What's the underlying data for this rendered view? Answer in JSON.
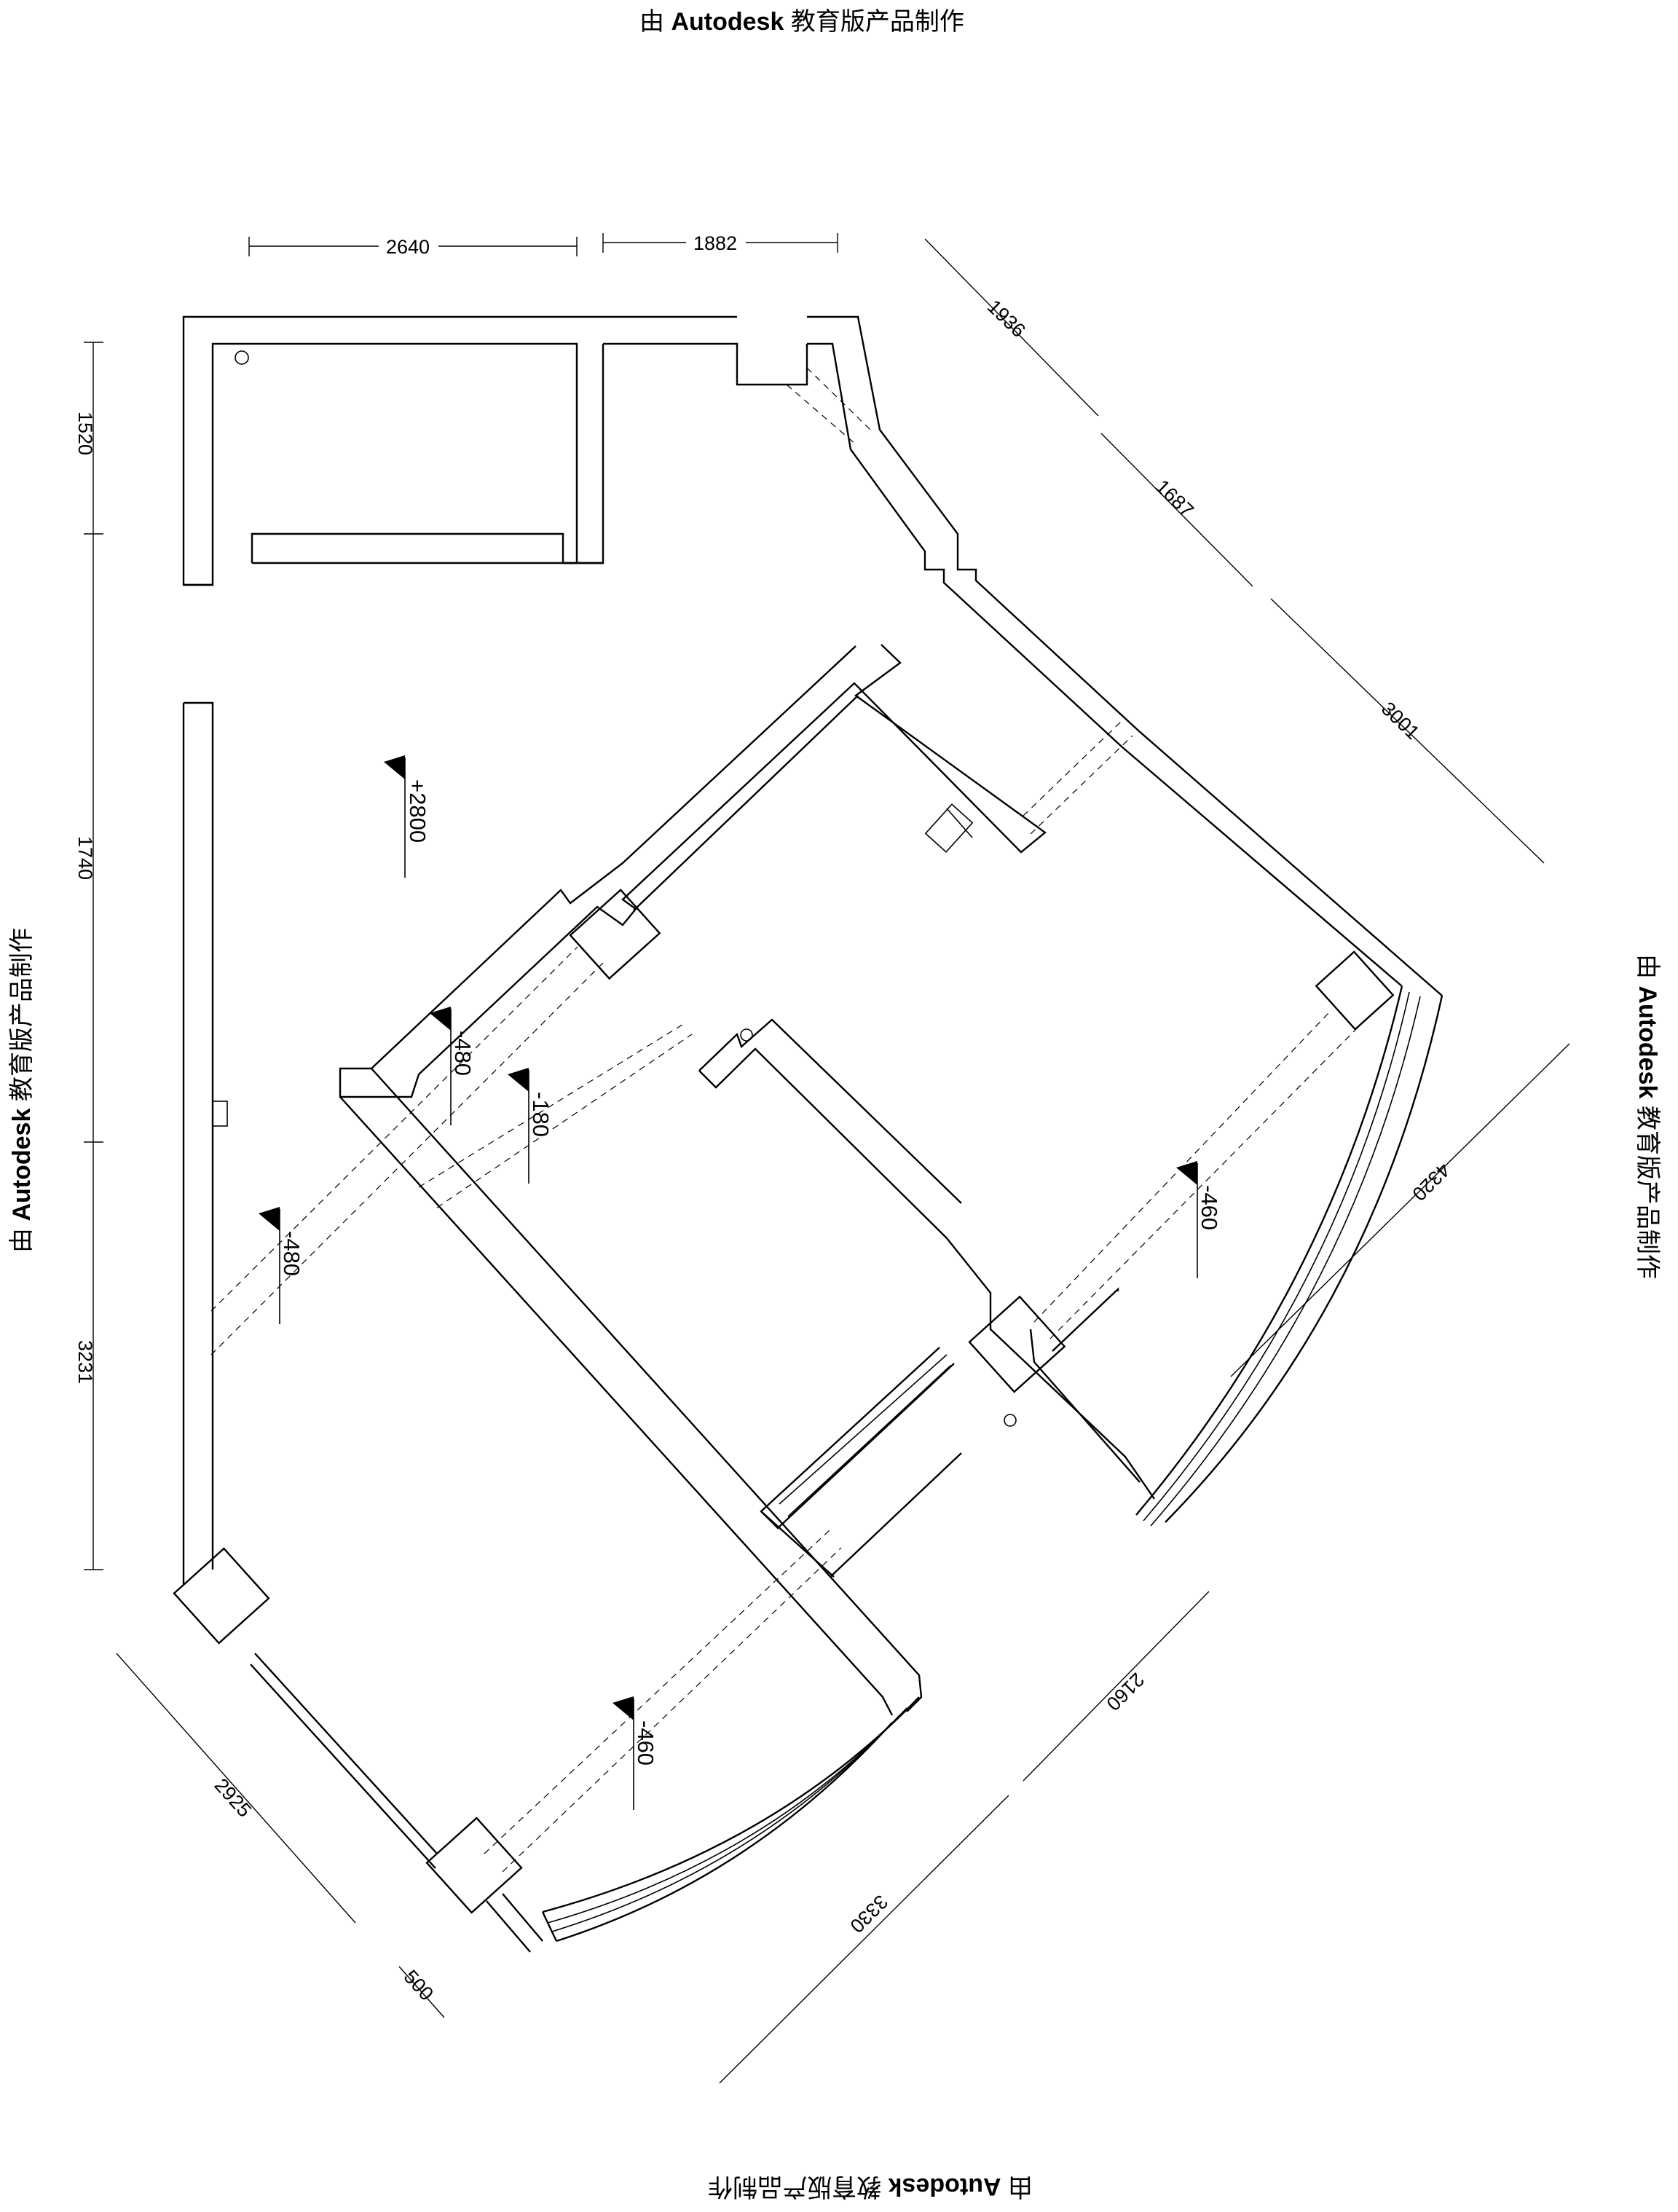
{
  "watermark": {
    "prefix": "由",
    "brand": "Autodesk",
    "suffix": "教育版产品制作"
  },
  "dimensions": {
    "top_1": "2640",
    "top_2": "1882",
    "left_1": "1520",
    "left_2": "1740",
    "left_3": "3231",
    "right_1": "1936",
    "right_2": "1687",
    "right_3": "3001",
    "right_4": "4320",
    "right_5": "2160",
    "right_6": "3330",
    "bottom_1": "2925",
    "bottom_2": "500"
  },
  "levels": {
    "main": "+2800",
    "a": "-480",
    "b": "-180",
    "c": "-480",
    "d": "-460",
    "e": "-460"
  }
}
